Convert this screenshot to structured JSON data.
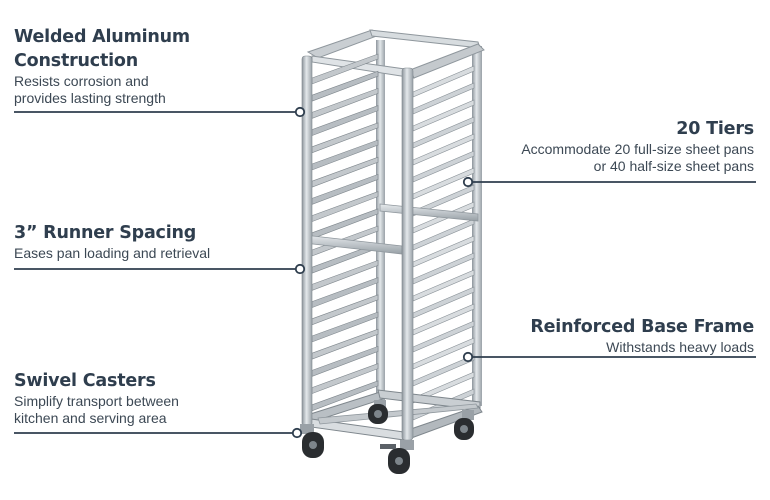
{
  "colors": {
    "title": "#2f3e4e",
    "text": "#3c4854",
    "leader_line": "#2f3e4e",
    "metal_light": "#d4d9dd",
    "metal_mid": "#a9b0b6",
    "metal_dark": "#7c848b",
    "caster_wheel": "#2a2d30"
  },
  "callouts": {
    "welded": {
      "title_line1": "Welded Aluminum",
      "title_line2": "Construction",
      "desc_line1": "Resists corrosion and",
      "desc_line2": "provides lasting strength"
    },
    "runner": {
      "title": "3” Runner Spacing",
      "desc": "Eases pan loading and retrieval"
    },
    "casters": {
      "title": "Swivel Casters",
      "desc_line1": "Simplify transport between",
      "desc_line2": "kitchen and serving area"
    },
    "tiers": {
      "title": "20 Tiers",
      "desc_line1": "Accommodate 20 full-size sheet pans",
      "desc_line2": "or 40 half-size sheet pans"
    },
    "base": {
      "title": "Reinforced Base Frame",
      "desc": "Withstands heavy loads"
    }
  }
}
